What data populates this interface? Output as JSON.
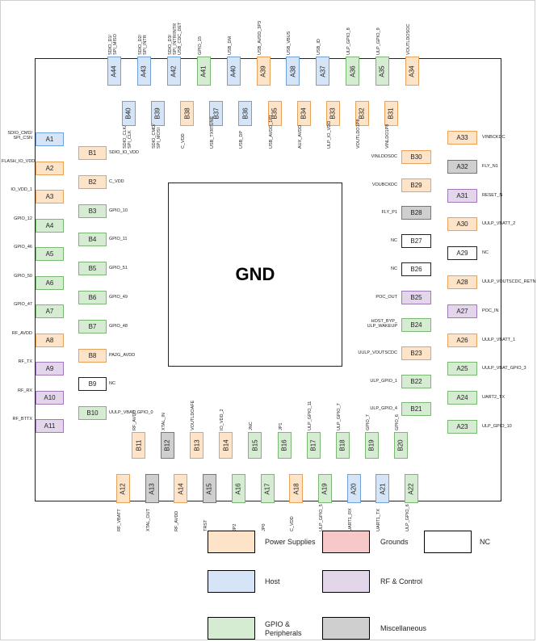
{
  "die_label": "GND",
  "legend": [
    {
      "key": "pwr",
      "text": "Power Supplies"
    },
    {
      "key": "gnd",
      "text": "Grounds"
    },
    {
      "key": "nc",
      "text": "NC"
    },
    {
      "key": "host",
      "text": "Host"
    },
    {
      "key": "rf",
      "text": "RF & Control"
    },
    {
      "key": "gpio",
      "text": "GPIO &\nPeripherals"
    },
    {
      "key": "misc",
      "text": "Miscellaneous"
    }
  ],
  "colors": {
    "pwr": "#fde3c7",
    "gnd": "#f6c8c8",
    "nc": "#ffffff",
    "host": "#d5e5f7",
    "rf": "#e3d5ea",
    "gpio": "#d6ecd2",
    "misc": "#cfcfcf"
  },
  "pins": {
    "top_outer": [
      {
        "id": "A44",
        "t": "host",
        "label": "SDIO_D1/\nSPI_MISO"
      },
      {
        "id": "A43",
        "t": "host",
        "label": "SDIO_D2/\nSPI_INTR"
      },
      {
        "id": "A42",
        "t": "host",
        "label": "SDIO_D3/\nSPI_INTR/INTR\nUSB_CDC_DET"
      },
      {
        "id": "A41",
        "t": "gpio",
        "label": "GPIO_15"
      },
      {
        "id": "A40",
        "t": "host",
        "label": "USB_DM"
      },
      {
        "id": "A39",
        "t": "pwr",
        "label": "USB_AVDD_3P3"
      },
      {
        "id": "A38",
        "t": "host",
        "label": "USB_VBUS"
      },
      {
        "id": "A37",
        "t": "host",
        "label": "USB_ID"
      },
      {
        "id": "A36",
        "t": "gpio",
        "label": "ULP_GPIO_8"
      },
      {
        "id": "A35",
        "t": "gpio",
        "label": "ULP_GPIO_9"
      },
      {
        "id": "A34",
        "t": "pwr",
        "label": "VOUTLDOSOC"
      }
    ],
    "top_inner": [
      {
        "id": "B40",
        "t": "host",
        "label": "SDIO_CLK/\nSPI_CLK"
      },
      {
        "id": "B39",
        "t": "host",
        "label": "SDIO_CMD/\nSPI_MOSI"
      },
      {
        "id": "B38",
        "t": "pwr",
        "label": "C_VDD"
      },
      {
        "id": "B37",
        "t": "host",
        "label": "USB_TXRTUNE"
      },
      {
        "id": "B36",
        "t": "host",
        "label": "USB_DP"
      },
      {
        "id": "B35",
        "t": "pwr",
        "label": "USB_AVDD_1P1"
      },
      {
        "id": "B34",
        "t": "pwr",
        "label": "AUX_AVDD"
      },
      {
        "id": "B33",
        "t": "pwr",
        "label": "ULP_IO_VDD"
      },
      {
        "id": "B32",
        "t": "pwr",
        "label": "VOUTLDO1P8"
      },
      {
        "id": "B31",
        "t": "pwr",
        "label": "VINLDO1P8"
      }
    ],
    "left_outer": [
      {
        "id": "A1",
        "t": "host",
        "label": "SDIO_CMD/\nSPI_CSN"
      },
      {
        "id": "A2",
        "t": "pwr",
        "label": "FLASH_IO_VDD"
      },
      {
        "id": "A3",
        "t": "pwr",
        "label": "IO_VDD_1"
      },
      {
        "id": "A4",
        "t": "gpio",
        "label": "GPIO_12"
      },
      {
        "id": "A5",
        "t": "gpio",
        "label": "GPIO_46"
      },
      {
        "id": "A6",
        "t": "gpio",
        "label": "GPIO_50"
      },
      {
        "id": "A7",
        "t": "gpio",
        "label": "GPIO_47"
      },
      {
        "id": "A8",
        "t": "pwr",
        "label": "RF_AVDD"
      },
      {
        "id": "A9",
        "t": "rf",
        "label": "RF_TX"
      },
      {
        "id": "A10",
        "t": "rf",
        "label": "RF_RX"
      },
      {
        "id": "A11",
        "t": "rf",
        "label": "RF_BTTX"
      }
    ],
    "left_inner": [
      {
        "id": "B1",
        "t": "pwr",
        "label": "SDIO_IO_VDD"
      },
      {
        "id": "B2",
        "t": "pwr",
        "label": "C_VDD"
      },
      {
        "id": "B3",
        "t": "gpio",
        "label": "GPIO_10"
      },
      {
        "id": "B4",
        "t": "gpio",
        "label": "GPIO_11"
      },
      {
        "id": "B5",
        "t": "gpio",
        "label": "GPIO_51"
      },
      {
        "id": "B6",
        "t": "gpio",
        "label": "GPIO_49"
      },
      {
        "id": "B7",
        "t": "gpio",
        "label": "GPIO_48"
      },
      {
        "id": "B8",
        "t": "pwr",
        "label": "PA2G_AVDD"
      },
      {
        "id": "B9",
        "t": "nc",
        "label": "NC"
      },
      {
        "id": "B10",
        "t": "gpio",
        "label": "UULP_VBAT_GPIO_0"
      }
    ],
    "right_outer": [
      {
        "id": "A33",
        "t": "pwr",
        "label": "VINBCKDC"
      },
      {
        "id": "A32",
        "t": "misc",
        "label": "FLY_N1"
      },
      {
        "id": "A31",
        "t": "rf",
        "label": "RESET_N"
      },
      {
        "id": "A30",
        "t": "pwr",
        "label": "UULP_VBATT_2"
      },
      {
        "id": "A29",
        "t": "nc",
        "label": "NC"
      },
      {
        "id": "A28",
        "t": "pwr",
        "label": "UULP_VOUTSCDC_RETN"
      },
      {
        "id": "A27",
        "t": "rf",
        "label": "POC_IN"
      },
      {
        "id": "A26",
        "t": "pwr",
        "label": "UULP_VBATT_1"
      },
      {
        "id": "A25",
        "t": "gpio",
        "label": "UULP_VBAT_GPIO_3"
      },
      {
        "id": "A24",
        "t": "gpio",
        "label": "UART2_TX"
      },
      {
        "id": "A23",
        "t": "gpio",
        "label": "ULP_GPIO_10"
      }
    ],
    "right_inner": [
      {
        "id": "B30",
        "t": "pwr",
        "label": "VINLDOSOC"
      },
      {
        "id": "B29",
        "t": "pwr",
        "label": "VOUBCKDC"
      },
      {
        "id": "B28",
        "t": "misc",
        "label": "FLY_P1"
      },
      {
        "id": "B27",
        "t": "nc",
        "label": "NC"
      },
      {
        "id": "B26",
        "t": "nc",
        "label": "NC"
      },
      {
        "id": "B25",
        "t": "rf",
        "label": "POC_OUT"
      },
      {
        "id": "B24",
        "t": "gpio",
        "label": "HOST_BYP_\nULP_WAKEUP"
      },
      {
        "id": "B23",
        "t": "pwr",
        "label": "UULP_VOUTSCDC"
      },
      {
        "id": "B22",
        "t": "gpio",
        "label": "ULP_GPIO_1"
      },
      {
        "id": "B21",
        "t": "gpio",
        "label": "ULP_GPIO_4"
      }
    ],
    "bottom_inner": [
      {
        "id": "B11",
        "t": "pwr",
        "label": "RF_AVDD"
      },
      {
        "id": "B12",
        "t": "misc",
        "label": "XTAL_IN"
      },
      {
        "id": "B13",
        "t": "pwr",
        "label": "VOUTLDOAFE"
      },
      {
        "id": "B14",
        "t": "pwr",
        "label": "IO_VDD_2"
      },
      {
        "id": "B15",
        "t": "gpio",
        "label": "JNC"
      },
      {
        "id": "B16",
        "t": "gpio",
        "label": "JP1"
      },
      {
        "id": "B17",
        "t": "gpio",
        "label": "ULP_GPIO_11"
      },
      {
        "id": "B18",
        "t": "gpio",
        "label": "ULP_GPIO_7"
      },
      {
        "id": "B19",
        "t": "gpio",
        "label": "GPIO_7"
      },
      {
        "id": "B20",
        "t": "gpio",
        "label": "GPIO_6"
      }
    ],
    "bottom_outer": [
      {
        "id": "A12",
        "t": "pwr",
        "label": "RF_VBATT"
      },
      {
        "id": "A13",
        "t": "misc",
        "label": "XTAL_OUT"
      },
      {
        "id": "A14",
        "t": "pwr",
        "label": "RF_AVDD"
      },
      {
        "id": "A15",
        "t": "misc",
        "label": "TRST"
      },
      {
        "id": "A16",
        "t": "gpio",
        "label": "JP2"
      },
      {
        "id": "A17",
        "t": "gpio",
        "label": "JP0"
      },
      {
        "id": "A18",
        "t": "pwr",
        "label": "C_VDD"
      },
      {
        "id": "A19",
        "t": "gpio",
        "label": "ULP_GPIO_5"
      },
      {
        "id": "A20",
        "t": "host",
        "label": "UART1_RX"
      },
      {
        "id": "A21",
        "t": "host",
        "label": "UART1_TX"
      },
      {
        "id": "A22",
        "t": "gpio",
        "label": "ULP_GPIO_6"
      }
    ]
  }
}
